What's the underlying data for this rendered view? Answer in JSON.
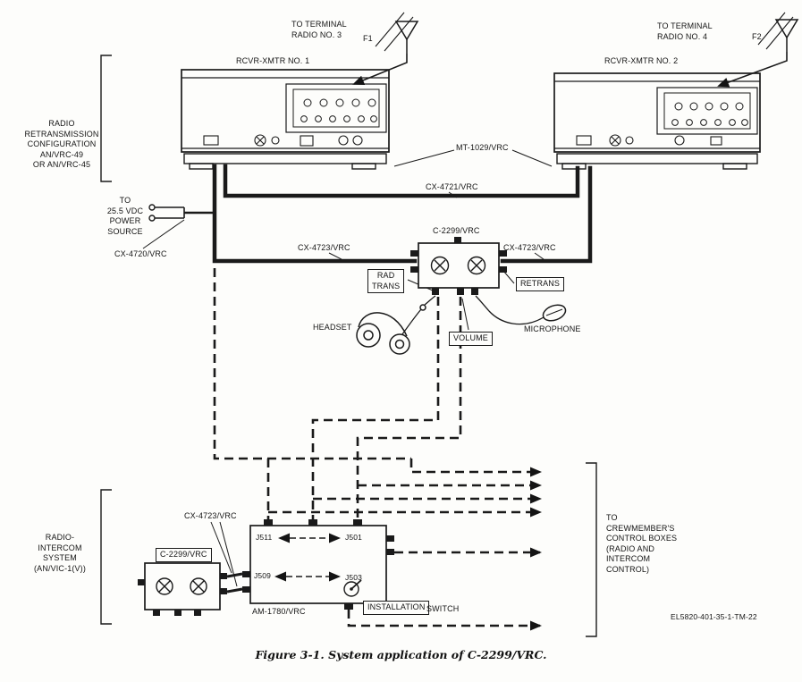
{
  "style": {
    "ink": "#1a1a1a",
    "paper": "#fdfdfb"
  },
  "figure": {
    "caption": "Figure 3-1. System application of C-2299/VRC.",
    "doc_number": "EL5820-401-35-1-TM-22"
  },
  "labels": {
    "terminal_radio_3": "TO TERMINAL\nRADIO NO. 3",
    "f1": "F1",
    "terminal_radio_4": "TO TERMINAL\nRADIO NO. 4",
    "f2": "F2",
    "rcvr_xmtr_1": "RCVR-XMTR NO. 1",
    "rcvr_xmtr_2": "RCVR-XMTR NO. 2",
    "retrans_config": "RADIO\nRETRANSMISSION\nCONFIGURATION\nAN/VRC-49\nOR AN/VRC-45",
    "mt_1029": "MT-1029/VRC",
    "cx_4721": "CX-4721/VRC",
    "power_source": "TO\n25.5 VDC\nPOWER\nSOURCE",
    "cx_4720": "CX-4720/VRC",
    "c2299_upper": "C-2299/VRC",
    "cx_4723_left": "CX-4723/VRC",
    "cx_4723_right": "CX-4723/VRC",
    "rad_trans": "RAD\nTRANS",
    "retrans": "RETRANS",
    "headset": "HEADSET",
    "volume": "VOLUME",
    "microphone": "MICROPHONE",
    "intercom_system": "RADIO-\nINTERCOM\nSYSTEM\n(AN/VIC-1(V))",
    "cx_4723_lower": "CX-4723/VRC",
    "c2299_lower": "C-2299/VRC",
    "j511": "J511",
    "j501": "J501",
    "j509": "J509",
    "j503": "J503",
    "am_1780": "AM-1780/VRC",
    "installation": "INSTALLATION",
    "switch": "SWITCH",
    "crew_boxes": "TO\nCREWMEMBER'S\nCONTROL BOXES\n(RADIO AND\nINTERCOM\nCONTROL)"
  }
}
